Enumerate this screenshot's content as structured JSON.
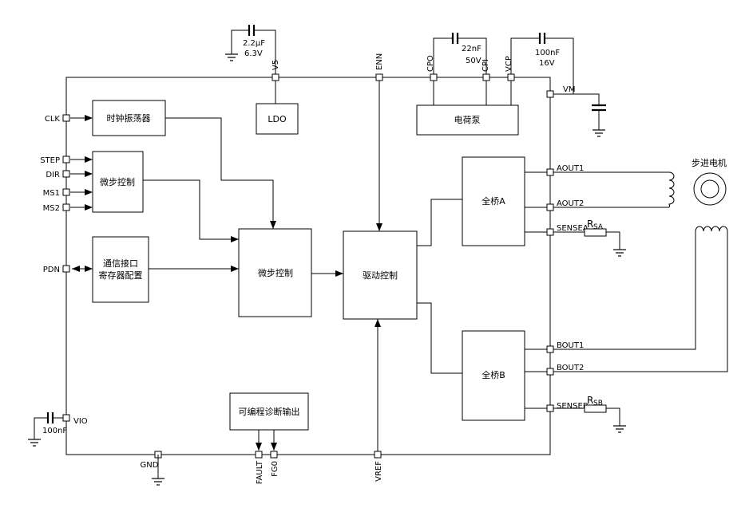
{
  "blocks": {
    "clock_osc": "时钟振荡器",
    "microstep_in": "微步控制",
    "comm_line1": "通信接口",
    "comm_line2": "寄存器配置",
    "microstep_ctrl": "微步控制",
    "drive_ctrl": "驱动控制",
    "ldo": "LDO",
    "charge_pump": "电荷泵",
    "bridge_a": "全桥A",
    "bridge_b": "全桥B",
    "diag_out": "可编程诊断输出"
  },
  "pins": {
    "clk": "CLK",
    "step": "STEP",
    "dir": "DIR",
    "ms1": "MS1",
    "ms2": "MS2",
    "pdn": "PDN",
    "vio": "VIO",
    "v5": "V5",
    "enn": "ENN",
    "cpo": "CPO",
    "cpi": "CPI",
    "vcp": "VCP",
    "vm": "VM",
    "aout1": "AOUT1",
    "aout2": "AOUT2",
    "sensea": "SENSEA",
    "bout1": "BOUT1",
    "bout2": "BOUT2",
    "senseb": "SENSEB",
    "gnd": "GND",
    "fault": "FAULT",
    "fg0": "FG0",
    "vref": "VREF"
  },
  "components": {
    "v5_cap_value": "2.2μF",
    "v5_cap_voltage": "6.3V",
    "cp_cap_value": "22nF",
    "cp_cap_voltage": "50V",
    "vcp_cap_value": "100nF",
    "vcp_cap_voltage": "16V",
    "vio_cap_value": "100nF",
    "rsa_main": "R",
    "rsa_sub": "SA",
    "rsb_main": "R",
    "rsb_sub": "SB",
    "motor_label": "步进电机"
  }
}
